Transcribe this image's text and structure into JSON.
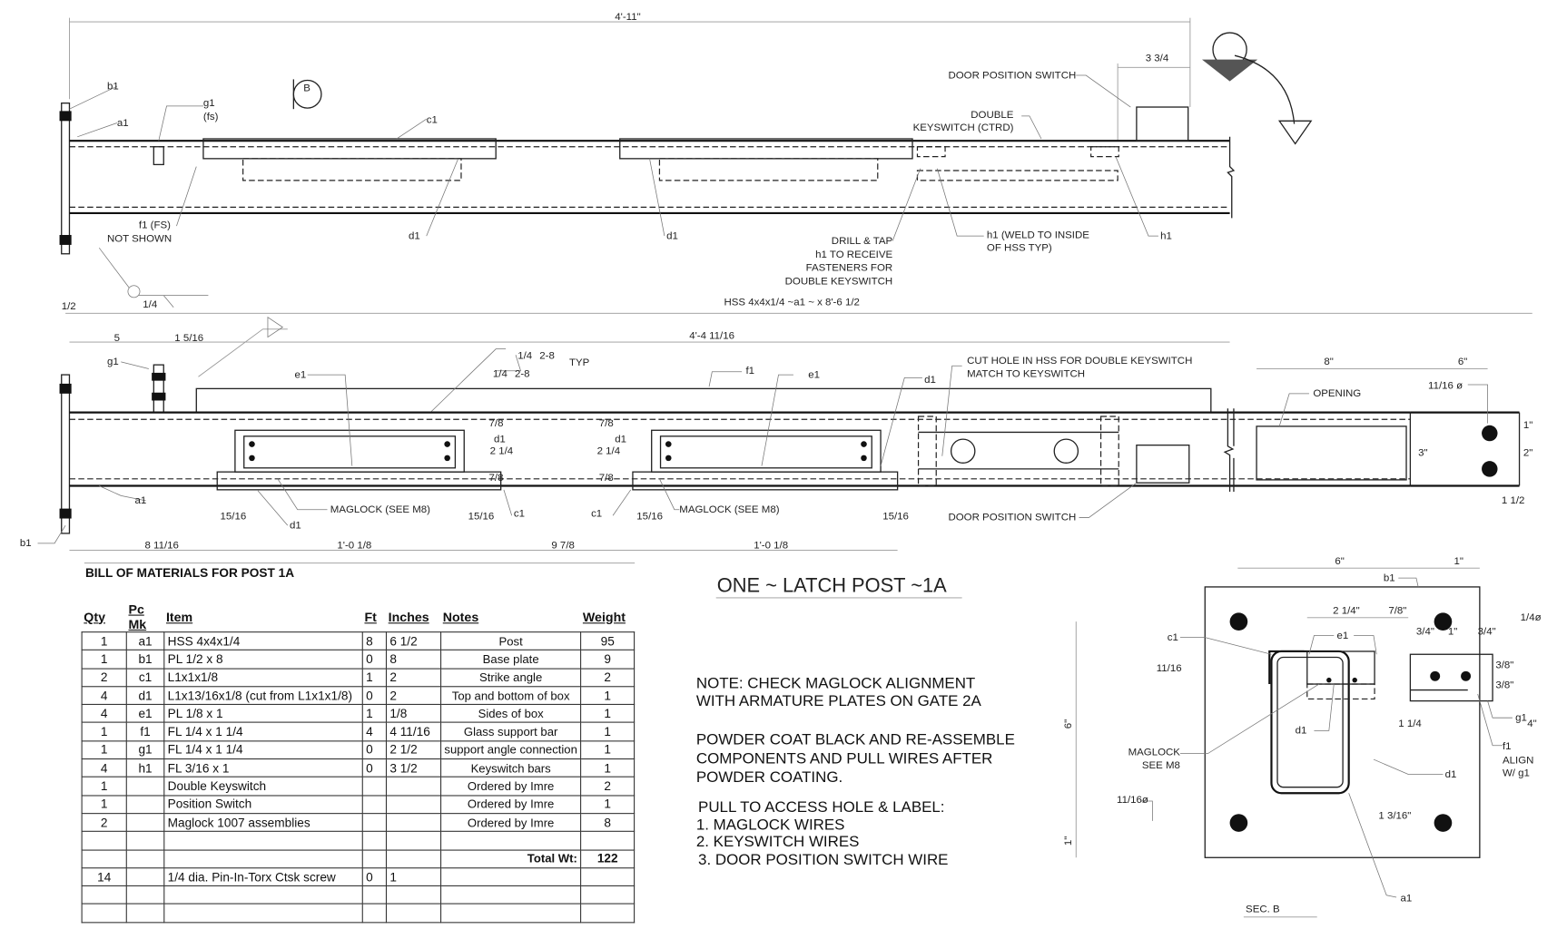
{
  "top_view": {
    "overall_dim": "4'-11\"",
    "dps_dim": "3 3/4",
    "door_position_switch": "DOOR POSITION SWITCH",
    "double_keyswitch": [
      "DOUBLE",
      "KEYSWITCH (CTRD)"
    ],
    "section_marker": "B",
    "b1": "b1",
    "a1": "a1",
    "g1": "g1",
    "g1_fs": "(fs)",
    "c1": "c1",
    "f1_fs": "f1 (FS)",
    "not_shown": "NOT SHOWN",
    "d1_a": "d1",
    "d1_b": "d1",
    "drill_tap": [
      "DRILL & TAP",
      "h1 TO RECEIVE",
      "FASTENERS FOR",
      "DOUBLE KEYSWITCH"
    ],
    "h1_weld": [
      "h1 (WELD TO INSIDE",
      "OF HSS TYP)"
    ],
    "h1": "h1",
    "weld_size": "1/4",
    "hss_callout": "HSS 4x4x1/4 ~a1 ~ x 8'-6 1/2"
  },
  "bottom_view": {
    "plate_dim": "1/2",
    "dim_5": "5",
    "dim_1_5_16": "1 5/16",
    "dim_overall": "4'-4 11/16",
    "g1": "g1",
    "e1_a": "e1",
    "e1_b": "e1",
    "f1": "f1",
    "d1_top": "d1",
    "weld_1": "1/4",
    "weld_1_len": "2-8",
    "weld_2": "1/4",
    "weld_2_len": "2-8",
    "weld_typ": "TYP",
    "cut_hole": [
      "CUT HOLE IN HSS FOR DOUBLE KEYSWITCH",
      "MATCH TO KEYSWITCH"
    ],
    "dim_8": "8\"",
    "dim_6": "6\"",
    "opening": "OPENING",
    "hole_dia": "11/16 ø",
    "dim_78_a": "7/8",
    "dim_214_a": "2 1/4",
    "dim_78_b": "7/8",
    "dim_78_c": "7/8",
    "dim_214_b": "2 1/4",
    "dim_78_d": "7/8",
    "d1_a": "d1",
    "d1_b": "d1",
    "d1_c": "d1",
    "dim_3": "3\"",
    "dim_1": "1\"",
    "dim_2": "2\"",
    "dim_1_5": "1 1/2",
    "a1": "a1",
    "b1": "b1",
    "maglock_a": "MAGLOCK (SEE M8)",
    "maglock_b": "MAGLOCK (SEE M8)",
    "c1_a": "c1",
    "c1_b": "c1",
    "dim_15_16_a": "15/16",
    "dim_15_16_b": "15/16",
    "dim_15_16_c": "15/16",
    "dim_15_16_d": "15/16",
    "door_position_switch": "DOOR POSITION SWITCH",
    "bot_dims": [
      "8 11/16",
      "1'-0 1/8",
      "9 7/8",
      "1'-0 1/8"
    ]
  },
  "bom": {
    "title": "BILL OF MATERIALS FOR POST 1A",
    "columns": [
      "Qty",
      "Pc Mk",
      "Item",
      "Ft",
      "Inches",
      "Notes",
      "Weight"
    ],
    "rows": [
      [
        "1",
        "a1",
        "HSS 4x4x1/4",
        "8",
        "6 1/2",
        "Post",
        "95"
      ],
      [
        "1",
        "b1",
        "PL 1/2 x 8",
        "0",
        "8",
        "Base plate",
        "9"
      ],
      [
        "2",
        "c1",
        "L1x1x1/8",
        "1",
        "2",
        "Strike angle",
        "2"
      ],
      [
        "4",
        "d1",
        "L1x13/16x1/8 (cut from L1x1x1/8)",
        "0",
        "2",
        "Top and bottom of box",
        "1"
      ],
      [
        "4",
        "e1",
        "PL 1/8 x 1",
        "1",
        "1/8",
        "Sides of box",
        "1"
      ],
      [
        "1",
        "f1",
        "FL 1/4 x 1 1/4",
        "4",
        "4 11/16",
        "Glass support bar",
        "1"
      ],
      [
        "1",
        "g1",
        "FL 1/4 x 1 1/4",
        "0",
        "2 1/2",
        "support angle connection",
        "1"
      ],
      [
        "4",
        "h1",
        "FL 3/16 x 1",
        "0",
        "3 1/2",
        "Keyswitch bars",
        "1"
      ],
      [
        "1",
        "",
        "Double Keyswitch",
        "",
        "",
        "Ordered by Imre",
        "2"
      ],
      [
        "1",
        "",
        "Position Switch",
        "",
        "",
        "Ordered by Imre",
        "1"
      ],
      [
        "2",
        "",
        "Maglock 1007 assemblies",
        "",
        "",
        "Ordered by Imre",
        "8"
      ],
      [
        "",
        "",
        "",
        "",
        "",
        "",
        ""
      ],
      [
        "",
        "",
        "",
        "",
        "",
        "Total Wt:",
        "122"
      ],
      [
        "14",
        "",
        "1/4 dia. Pin-In-Torx Ctsk screw",
        "0",
        "1",
        "",
        ""
      ],
      [
        "",
        "",
        "",
        "",
        "",
        "",
        ""
      ],
      [
        "",
        "",
        "",
        "",
        "",
        "",
        ""
      ]
    ]
  },
  "title": "ONE ~ LATCH POST ~1A",
  "notes": {
    "note1": [
      "NOTE: CHECK MAGLOCK ALIGNMENT",
      "WITH ARMATURE PLATES ON GATE 2A"
    ],
    "note2": [
      "POWDER COAT BLACK AND RE-ASSEMBLE",
      "COMPONENTS AND PULL WIRES AFTER",
      "POWDER COATING."
    ],
    "note3": [
      "PULL TO ACCESS HOLE & LABEL:",
      "1. MAGLOCK WIRES",
      "2. KEYSWITCH WIRES",
      "3. DOOR POSITION SWITCH WIRE"
    ]
  },
  "section_b": {
    "title": "SEC. B",
    "dim_6w": "6\"",
    "dim_1w": "1\"",
    "b1": "b1",
    "dim_2_1_4": "2 1/4\"",
    "dim_7_8": "7/8\"",
    "c1": "c1",
    "e1": "e1",
    "dim_3_4a": "3/4\"",
    "dim_1in": "1\"",
    "dim_3_4b": "3/4\"",
    "hole_1_4": "1/4ø",
    "dim_11_16": "11/16",
    "dim_3_8a": "3/8\"",
    "dim_3_8b": "3/8\"",
    "maglock": [
      "MAGLOCK",
      "SEE M8"
    ],
    "d1_a": "d1",
    "d1_b": "d1",
    "dim_1_1_4": "1 1/4",
    "g1": "g1",
    "dim_4": "4\"",
    "f1": "f1",
    "align": [
      "ALIGN",
      "W/ g1"
    ],
    "hole_11_16": "11/16ø",
    "dim_1_3_16": "1 3/16\"",
    "dim_6h": "6\"",
    "dim_1h": "1\"",
    "a1": "a1"
  }
}
